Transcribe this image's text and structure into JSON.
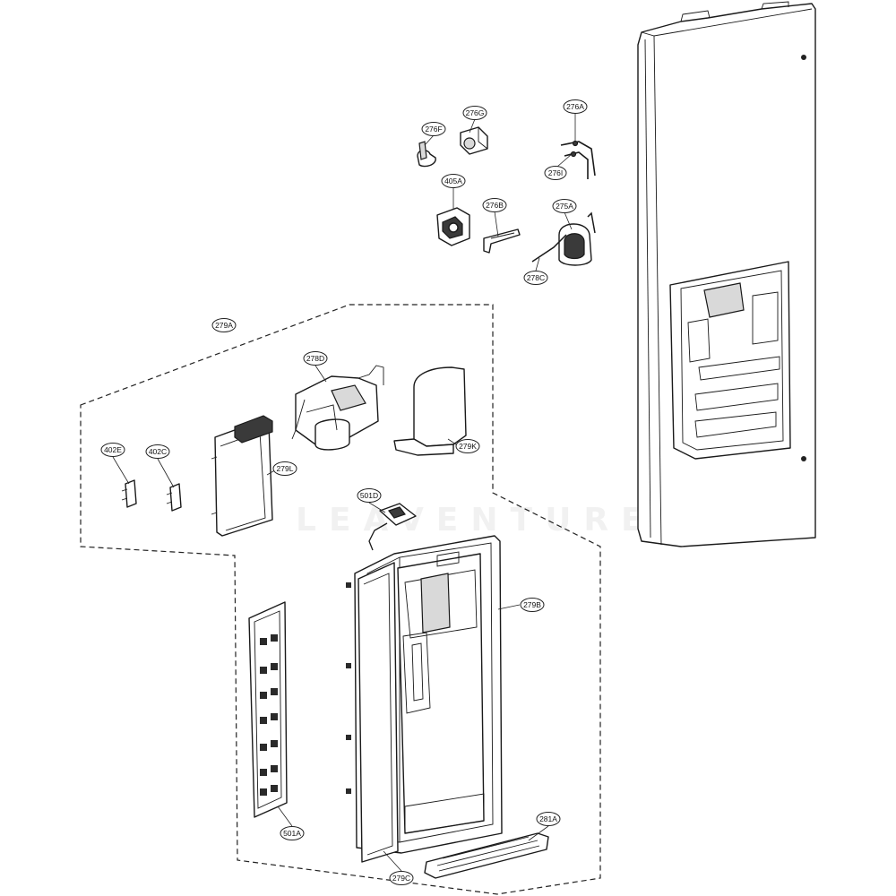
{
  "callouts": {
    "c276F": "276F",
    "c276G": "276G",
    "c276A": "276A",
    "c276I": "276I",
    "c405A": "405A",
    "c276B": "276B",
    "c275A": "275A",
    "c278C": "278C",
    "c279A": "279A",
    "c278D": "278D",
    "c402E": "402E",
    "c402C": "402C",
    "c279L": "279L",
    "c279K": "279K",
    "c501D": "501D",
    "c279B": "279B",
    "c501A": "501A",
    "c281A": "281A",
    "c279C": "279C"
  },
  "watermark": "LEAVENTURE"
}
